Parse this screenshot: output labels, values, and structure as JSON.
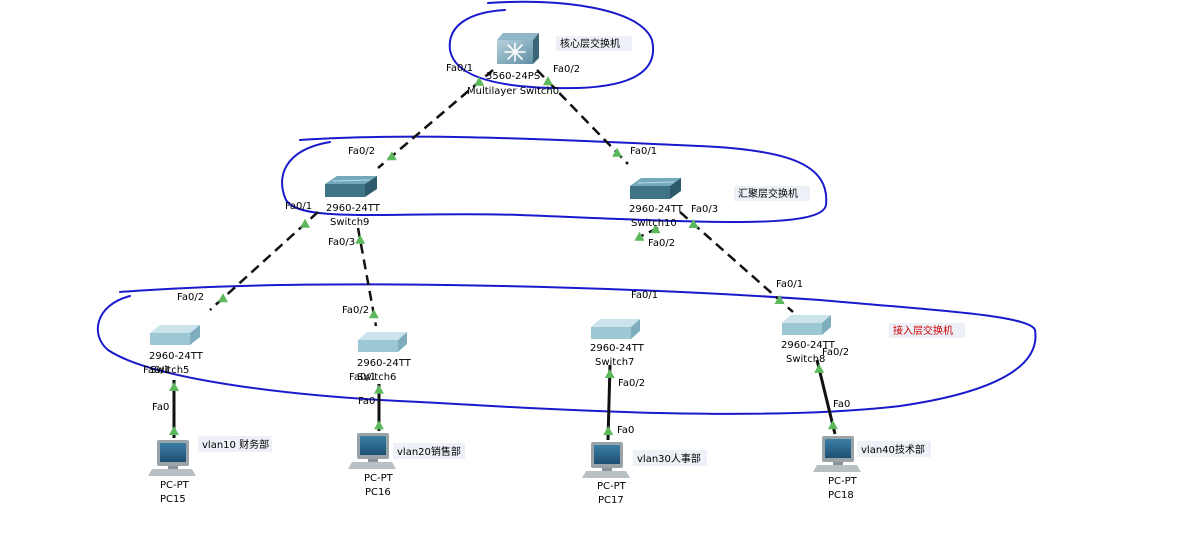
{
  "core": {
    "model": "3560-24PS",
    "name": "Multilayer Switch0",
    "note": "核心层交换机"
  },
  "distribution": {
    "note": "汇聚层交换机",
    "switches": [
      {
        "id": "sw9",
        "model": "2960-24TT",
        "name": "Switch9"
      },
      {
        "id": "sw10",
        "model": "2960-24TT",
        "name": "Switch10"
      }
    ]
  },
  "access": {
    "note": "接入层交换机",
    "note_color": "#cc0000",
    "switches": [
      {
        "id": "sw5",
        "model": "2960-24TT",
        "name": "Switch5"
      },
      {
        "id": "sw6",
        "model": "2960-24TT",
        "name": "Switch6"
      },
      {
        "id": "sw7",
        "model": "2960-24TT",
        "name": "Switch7"
      },
      {
        "id": "sw8",
        "model": "2960-24TT",
        "name": "Switch8"
      }
    ]
  },
  "pcs": [
    {
      "id": "pc15",
      "type": "PC-PT",
      "name": "PC15",
      "vlan_note": "vlan10 财务部"
    },
    {
      "id": "pc16",
      "type": "PC-PT",
      "name": "PC16",
      "vlan_note": "vlan20销售部"
    },
    {
      "id": "pc17",
      "type": "PC-PT",
      "name": "PC17",
      "vlan_note": "vlan30人事部"
    },
    {
      "id": "pc18",
      "type": "PC-PT",
      "name": "PC18",
      "vlan_note": "vlan40技术部"
    }
  ],
  "links": [
    {
      "from": "core",
      "to": "sw9",
      "style": "dashed",
      "from_port": "Fa0/1",
      "to_port": "Fa0/2"
    },
    {
      "from": "core",
      "to": "sw10",
      "style": "dashed",
      "from_port": "Fa0/2",
      "to_port": "Fa0/1"
    },
    {
      "from": "sw9",
      "to": "sw5",
      "style": "dashed",
      "from_port": "Fa0/1",
      "to_port": "Fa0/2"
    },
    {
      "from": "sw9",
      "to": "sw6",
      "style": "dashed",
      "from_port": "Fa0/3",
      "to_port": "Fa0/2"
    },
    {
      "from": "sw10",
      "to": "sw7",
      "style": "dashed",
      "from_port": "Fa0/2",
      "to_port": "Fa0/1"
    },
    {
      "from": "sw10",
      "to": "sw8",
      "style": "dashed",
      "from_port": "Fa0/3",
      "to_port": "Fa0/1"
    },
    {
      "from": "sw5",
      "to": "pc15",
      "style": "solid",
      "from_port": "Fa0/1",
      "to_port": "Fa0"
    },
    {
      "from": "sw6",
      "to": "pc16",
      "style": "solid",
      "from_port": "Fa0/1",
      "to_port": "Fa0"
    },
    {
      "from": "sw7",
      "to": "pc17",
      "style": "solid",
      "from_port": "Fa0/2",
      "to_port": "Fa0"
    },
    {
      "from": "sw8",
      "to": "pc18",
      "style": "solid",
      "from_port": "Fa0/2",
      "to_port": "Fa0"
    }
  ],
  "colors": {
    "ink_blue": "#1a1acc",
    "link_up": "#5bb85b",
    "link_line": "#111111"
  }
}
